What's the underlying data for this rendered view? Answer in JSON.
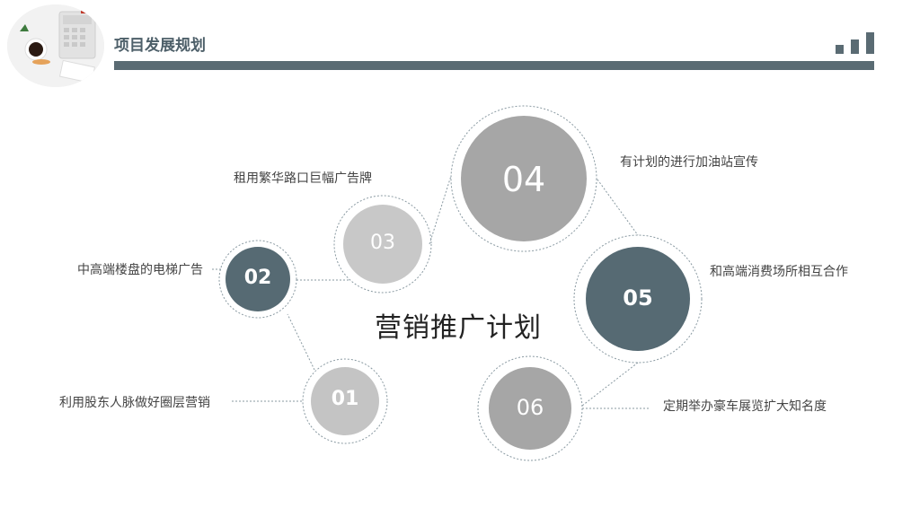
{
  "header": {
    "title": "项目发展规划",
    "accent_color": "#5a6b73",
    "photo_icon": "desk-photo-icon"
  },
  "center": {
    "title": "营销推广计划"
  },
  "nodes": [
    {
      "num": "01",
      "label": "利用股东人脉做好圈层营销",
      "color": "#c4c4c4"
    },
    {
      "num": "02",
      "label": "中高端楼盘的电梯广告",
      "color": "#566a73"
    },
    {
      "num": "03",
      "label": "租用繁华路口巨幅广告牌",
      "color": "#c8c8c8"
    },
    {
      "num": "04",
      "label": "有计划的进行加油站宣传",
      "color": "#a6a6a6"
    },
    {
      "num": "05",
      "label": "和高端消费场所相互合作",
      "color": "#566a73"
    },
    {
      "num": "06",
      "label": "定期举办豪车展览扩大知名度",
      "color": "#a6a6a6"
    }
  ]
}
